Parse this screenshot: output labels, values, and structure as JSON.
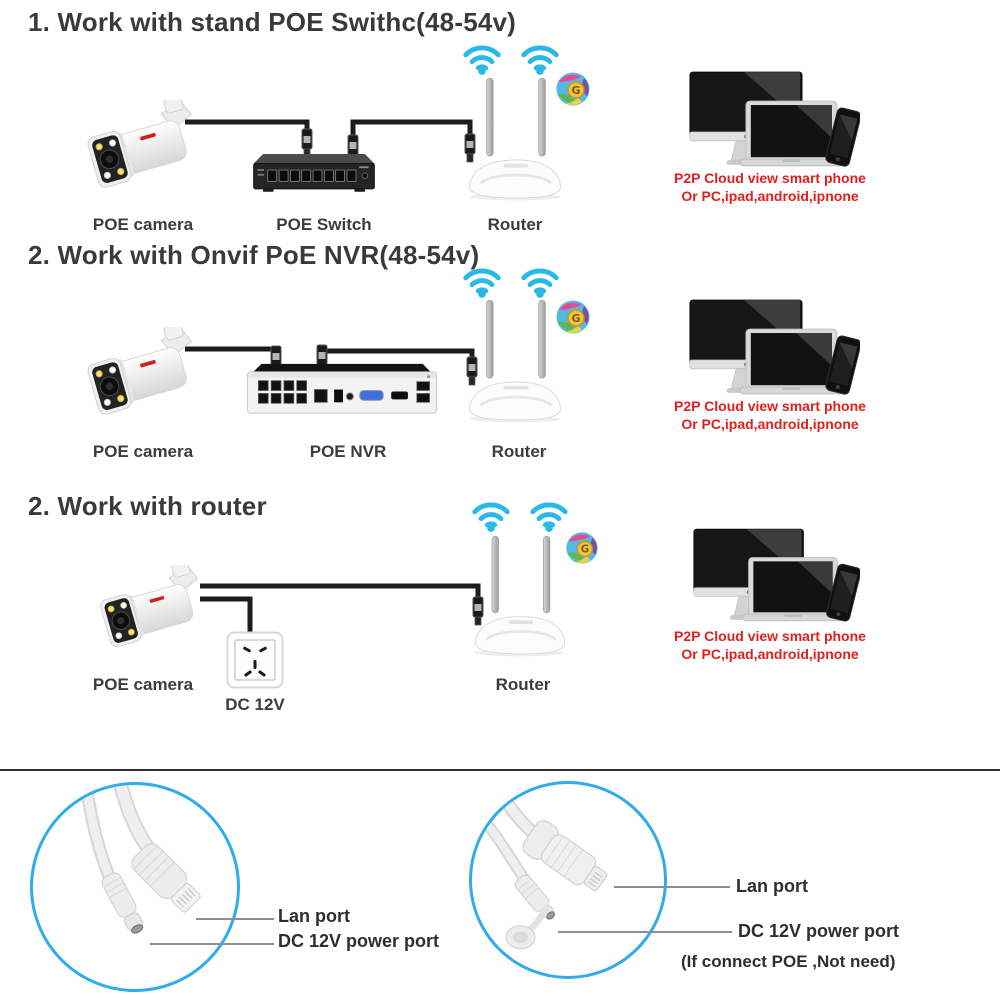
{
  "colors": {
    "wifi_cyan": "#29b9e8",
    "caption_red": "#e0201c",
    "circle_blue": "#30ace8",
    "cable_black": "#1c1c1c",
    "heading_gray": "#3a3a3a"
  },
  "icons": [
    "poe-camera-icon",
    "poe-switch-icon",
    "poe-nvr-icon",
    "router-icon",
    "wifi-icon",
    "internet-globe-icon",
    "client-devices-icon",
    "power-outlet-icon",
    "rj45-plug-icon",
    "lan-connector-icon",
    "dc-connector-icon"
  ],
  "sections": [
    {
      "heading": "1. Work with stand POE Swithc(48-54v)",
      "camera_label": "POE camera",
      "middle_label": "POE Switch",
      "router_label": "Router",
      "caption_line1": "P2P Cloud view smart phone",
      "caption_line2": "Or PC,ipad,android,ipnone"
    },
    {
      "heading": "2. Work with Onvif PoE NVR(48-54v)",
      "camera_label": "POE camera",
      "middle_label": "POE NVR",
      "router_label": "Router",
      "caption_line1": "P2P Cloud view smart phone",
      "caption_line2": "Or PC,ipad,android,ipnone"
    },
    {
      "heading": "2. Work with router",
      "camera_label": "POE camera",
      "middle_label": "DC 12V",
      "router_label": "Router",
      "caption_line1": "P2P Cloud view smart phone",
      "caption_line2": "Or PC,ipad,android,ipnone"
    }
  ],
  "callouts": {
    "left": {
      "lan_label": "Lan port",
      "dc_label": "DC 12V power port"
    },
    "right": {
      "lan_label": "Lan port",
      "dc_label": "DC 12V power port",
      "note": "(If connect POE ,Not need)"
    }
  }
}
